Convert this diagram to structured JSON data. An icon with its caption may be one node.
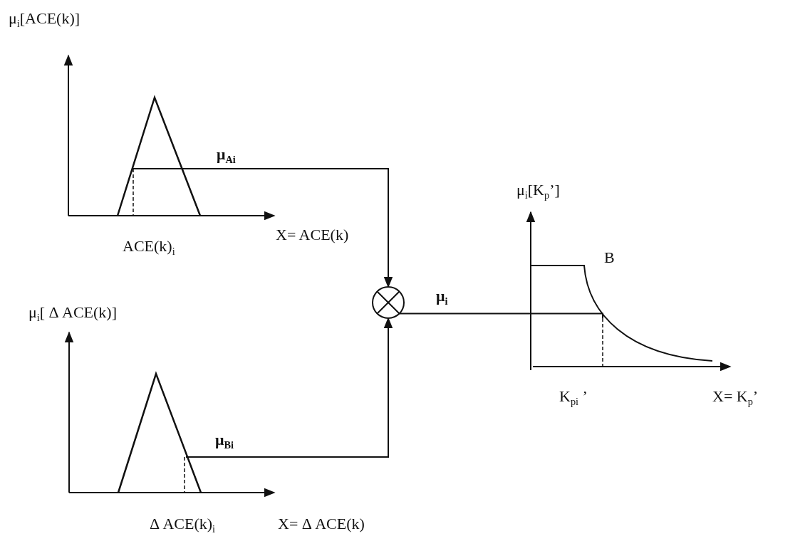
{
  "diagram": {
    "nodes": [
      {
        "text": [],
        "shape": "picture"
      },
      {
        "text": [],
        "shape": "picture"
      },
      {
        "text": [],
        "shape": "circle"
      },
      {
        "text": [],
        "shape": "picture"
      }
    ],
    "edges": [
      {
        "from": 0,
        "to": 2,
        "arrow": "to",
        "label": "μ$_{Ai}$"
      },
      {
        "from": 1,
        "to": 2,
        "arrow": "to",
        "label": "μ$_{Bi}$"
      },
      {
        "from": 2,
        "to": 3,
        "arrow": "none",
        "label": "μ$_{i}$"
      }
    ],
    "labels": [
      "μ$_{i}$[ACE(k)]",
      "ACE(k)$_{i}$",
      "X= ACE(k)",
      "μ$_{i}$[K$_{p}$’]",
      "B",
      "μ$_{i}$[ Δ ACE(k)]",
      "K$_{pi}$ ’",
      "X= K$_{p}$’",
      "Δ ACE(k)$_{i}$",
      "X= Δ ACE(k)"
    ]
  }
}
